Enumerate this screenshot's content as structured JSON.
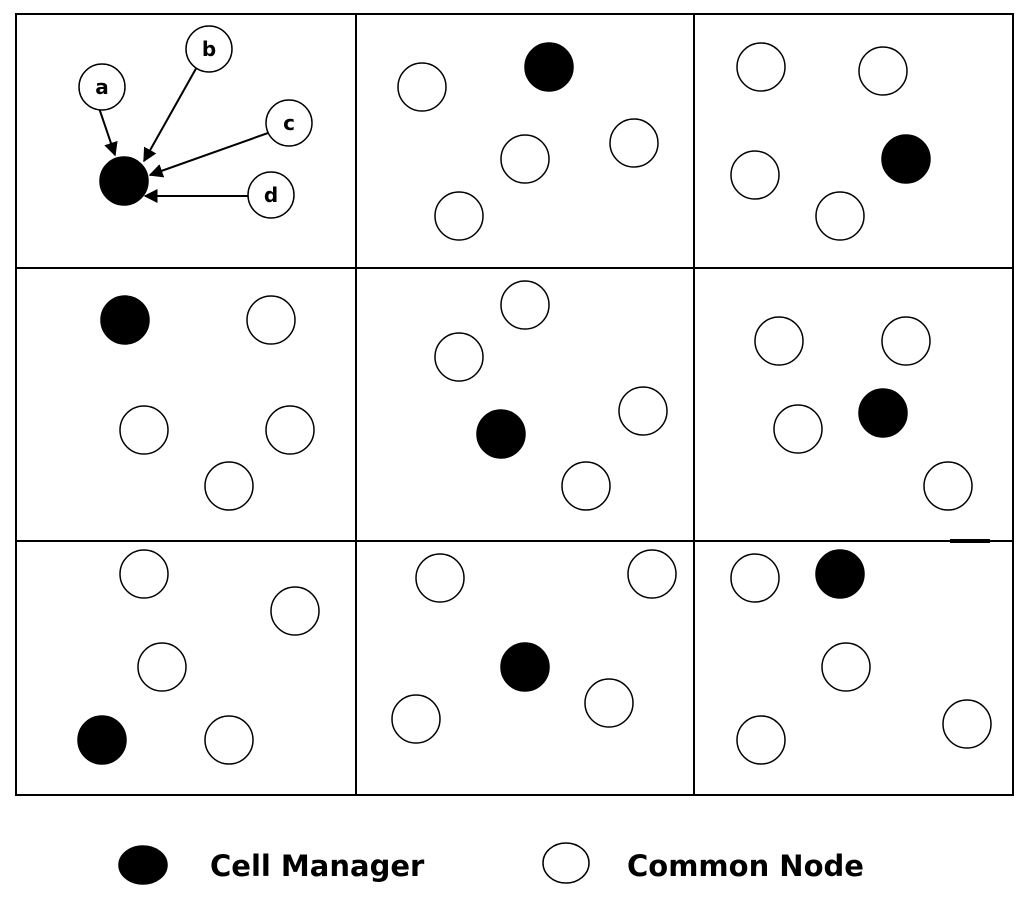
{
  "colors": {
    "line": "#000000",
    "cell_manager_fill": "#000000",
    "common_node_fill": "#ffffff"
  },
  "labels": {
    "a": "a",
    "b": "b",
    "c": "c",
    "d": "d"
  },
  "legend": {
    "cell_manager": "Cell Manager",
    "common_node": "Common Node"
  }
}
